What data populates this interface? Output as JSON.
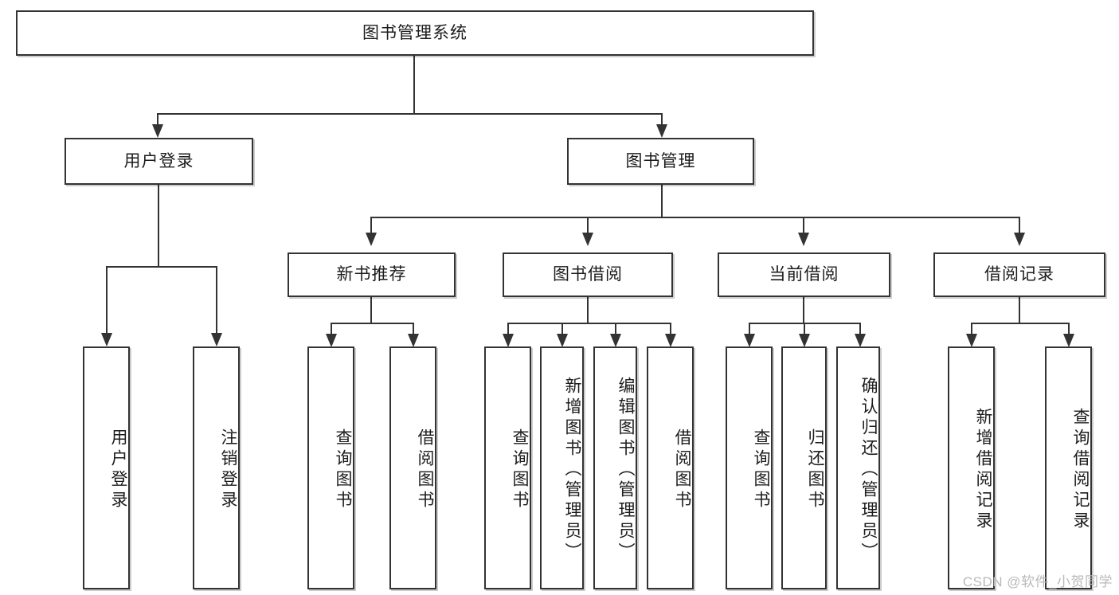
{
  "diagram": {
    "type": "tree",
    "title": "图书管理系统",
    "root": {
      "label": "图书管理系统"
    },
    "level1": [
      {
        "label": "用户登录"
      },
      {
        "label": "图书管理"
      }
    ],
    "level2": [
      {
        "label": "新书推荐"
      },
      {
        "label": "图书借阅"
      },
      {
        "label": "当前借阅"
      },
      {
        "label": "借阅记录"
      }
    ],
    "leaves": {
      "user_login": [
        {
          "label": "用户登录"
        },
        {
          "label": "注销登录"
        }
      ],
      "new_book_recommend": [
        {
          "label": "查询图书"
        },
        {
          "label": "借阅图书"
        }
      ],
      "book_borrow": [
        {
          "label": "查询图书"
        },
        {
          "label": "新增图书（管理员）"
        },
        {
          "label": "编辑图书（管理员）"
        },
        {
          "label": "借阅图书"
        }
      ],
      "current_borrow": [
        {
          "label": "查询图书"
        },
        {
          "label": "归还图书"
        },
        {
          "label": "确认归还（管理员）"
        }
      ],
      "borrow_record": [
        {
          "label": "新增借阅记录"
        },
        {
          "label": "查询借阅记录"
        }
      ]
    }
  },
  "watermark": {
    "text": "CSDN @软件_小贺同学"
  },
  "colors": {
    "border": "#333333",
    "background": "#ffffff",
    "text": "#1c1c1c",
    "watermark": "#b9b9b9"
  }
}
